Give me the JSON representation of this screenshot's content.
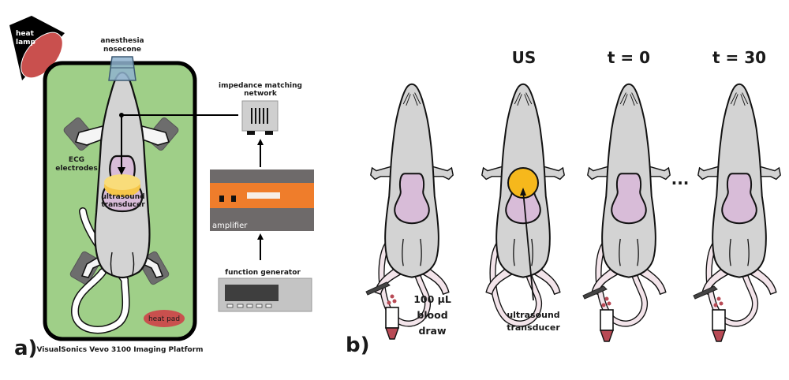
{
  "panel_a": {
    "label": "a)",
    "heat_lamp": {
      "line1": "heat",
      "line2": "lamp"
    },
    "nosecone": {
      "line1": "anesthesia",
      "line2": "nosecone"
    },
    "ecg": {
      "line1": "ECG",
      "line2": "electrodes"
    },
    "transducer": {
      "line1": "ultrasound",
      "line2": "transducer"
    },
    "heat_pad": "heat pad",
    "platform_caption": "VisualSonics Vevo 3100 Imaging Platform",
    "impedance": {
      "line1": "impedance matching",
      "line2": "network"
    },
    "amplifier": "amplifier",
    "function_generator": "function generator"
  },
  "panel_b": {
    "label": "b)",
    "stages": [
      {
        "title": ""
      },
      {
        "title": "US"
      },
      {
        "title": "t = 0"
      },
      {
        "title": "t = 30"
      }
    ],
    "ellipsis": "...",
    "blood_draw": {
      "line1": "100 µL",
      "line2": "blood",
      "line3": "draw"
    },
    "transducer": {
      "line1": "ultrasound",
      "line2": "transducer"
    }
  },
  "colors": {
    "platform_green": "#9fcf88",
    "heat_red": "#c9504e",
    "amplifier_orange": "#ef7d2b",
    "amplifier_gray": "#6e6a6a",
    "belly_pink": "#d8bcd8",
    "transducer_yellow": "#f6b81c",
    "nosecone_blue": "#8fb3cf",
    "blood": "#b84a55"
  }
}
